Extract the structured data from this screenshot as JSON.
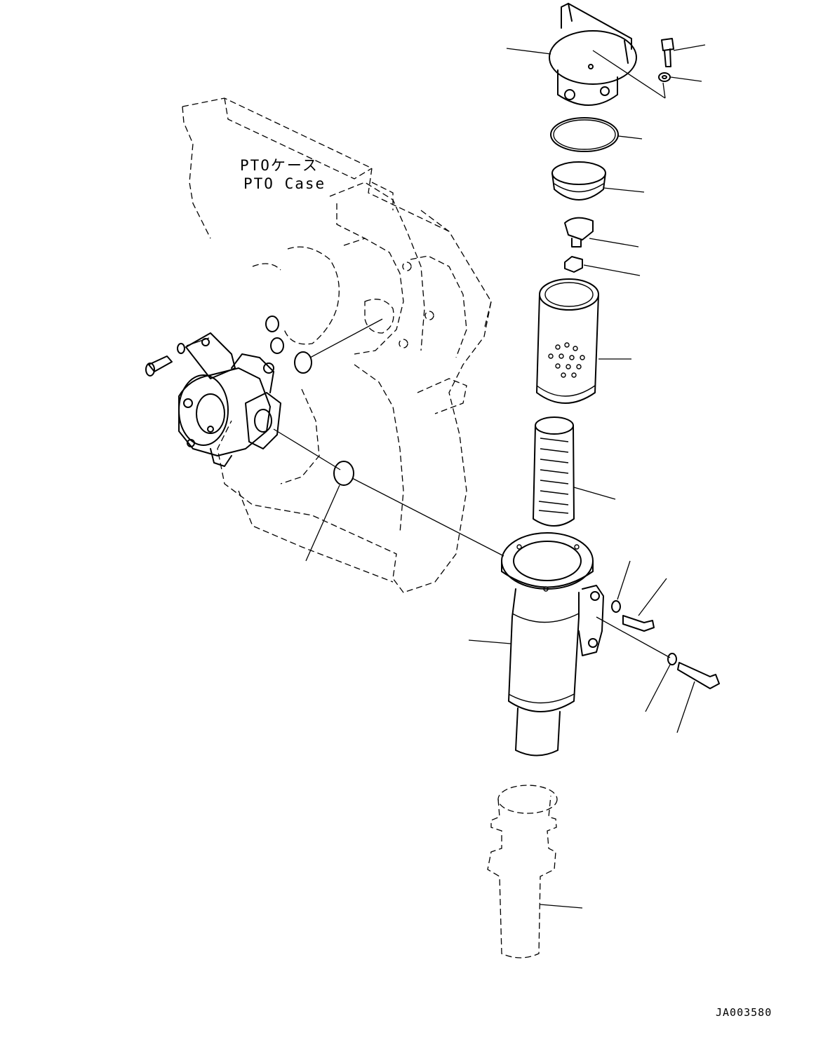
{
  "labels": {
    "pto_case_jp": "PTOケース",
    "pto_case_en": "PTO Case",
    "drawing_code": "JA003580"
  },
  "colors": {
    "line": "#000000",
    "background": "#ffffff"
  },
  "icons": {
    "style": "line-art"
  }
}
